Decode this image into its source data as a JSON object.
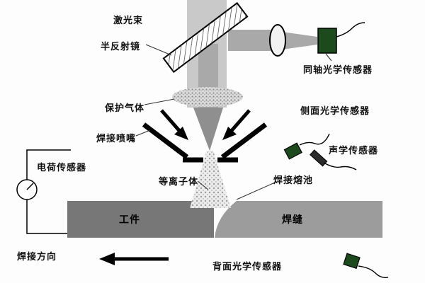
{
  "diagram": {
    "title_hint": "laser-welding-sensing-schematic",
    "labels": {
      "laser_beam": "激光束",
      "half_mirror": "半反射镜",
      "coaxial_optical_sensor": "同轴光学传感器",
      "shielding_gas": "保护气体",
      "welding_nozzle": "焊接喷嘴",
      "charge_sensor": "电荷传感器",
      "plasma": "等离子体",
      "workpiece": "工件",
      "weld_seam": "焊缝",
      "weld_pool": "焊接熔池",
      "side_optical_sensor": "侧面光学传感器",
      "acoustic_sensor": "声学传感器",
      "welding_direction": "焊接方向",
      "back_optical_sensor": "背面光学传感器"
    },
    "colors": {
      "beam_light": "#c9c9c9",
      "beam_mid": "#a9a9a9",
      "beam_dark": "#8f8f8f",
      "workpiece_gray": "#777777",
      "weld_seam_gray": "#9c9c9c",
      "sensor_green": "#1d4a1d",
      "line_black": "#000000"
    }
  }
}
